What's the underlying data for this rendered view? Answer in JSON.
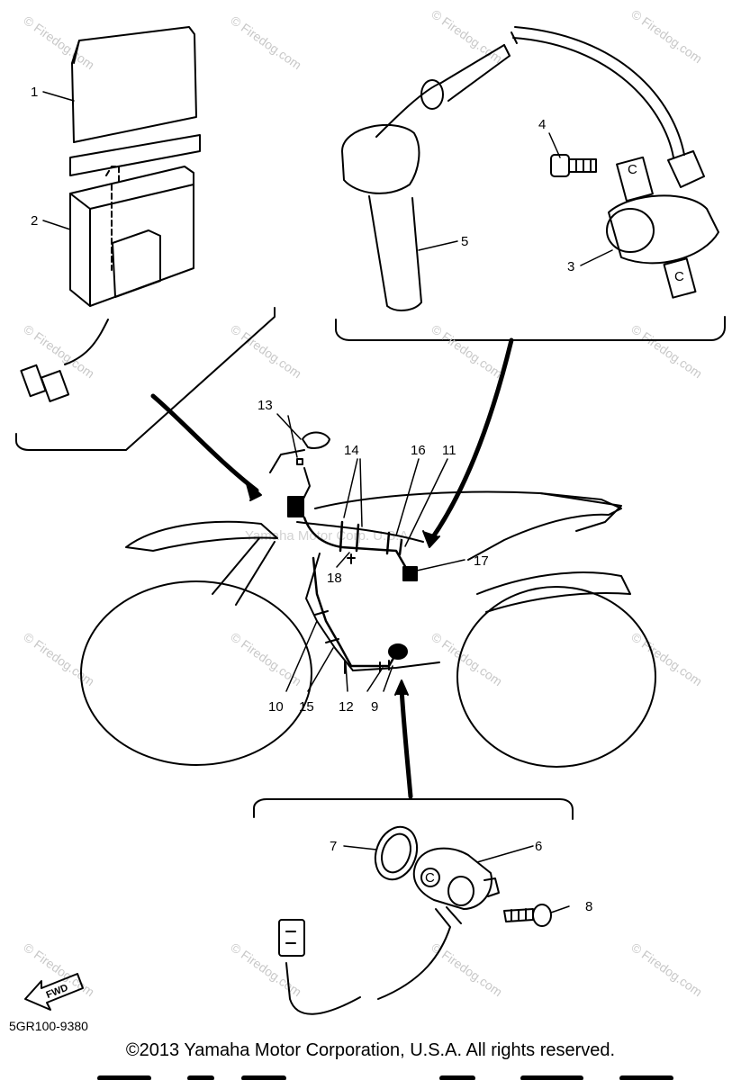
{
  "watermark": {
    "site": "Firedog.com",
    "mark_text": "© Firedog.com",
    "center_text": "Yamaha Motor Corp. U.S.A.",
    "positions_note": ""
  },
  "callouts": {
    "c1": "1",
    "c2": "2",
    "c3": "3",
    "c4": "4",
    "c5": "5",
    "c6": "6",
    "c7": "7",
    "c8": "8",
    "c9": "9",
    "c10": "10",
    "c11": "11",
    "c12": "12",
    "c13": "13",
    "c14": "14",
    "c15": "15",
    "c16": "16",
    "c17": "17",
    "c18": "18"
  },
  "coil_letter": "C",
  "fwd_label": "FWD",
  "part_code": "5GR100-9380",
  "copyright": "©2013 Yamaha Motor Corporation, U.S.A. All rights reserved.",
  "colors": {
    "ink": "#000000",
    "watermark": "#c8c8c8",
    "background": "#ffffff"
  }
}
